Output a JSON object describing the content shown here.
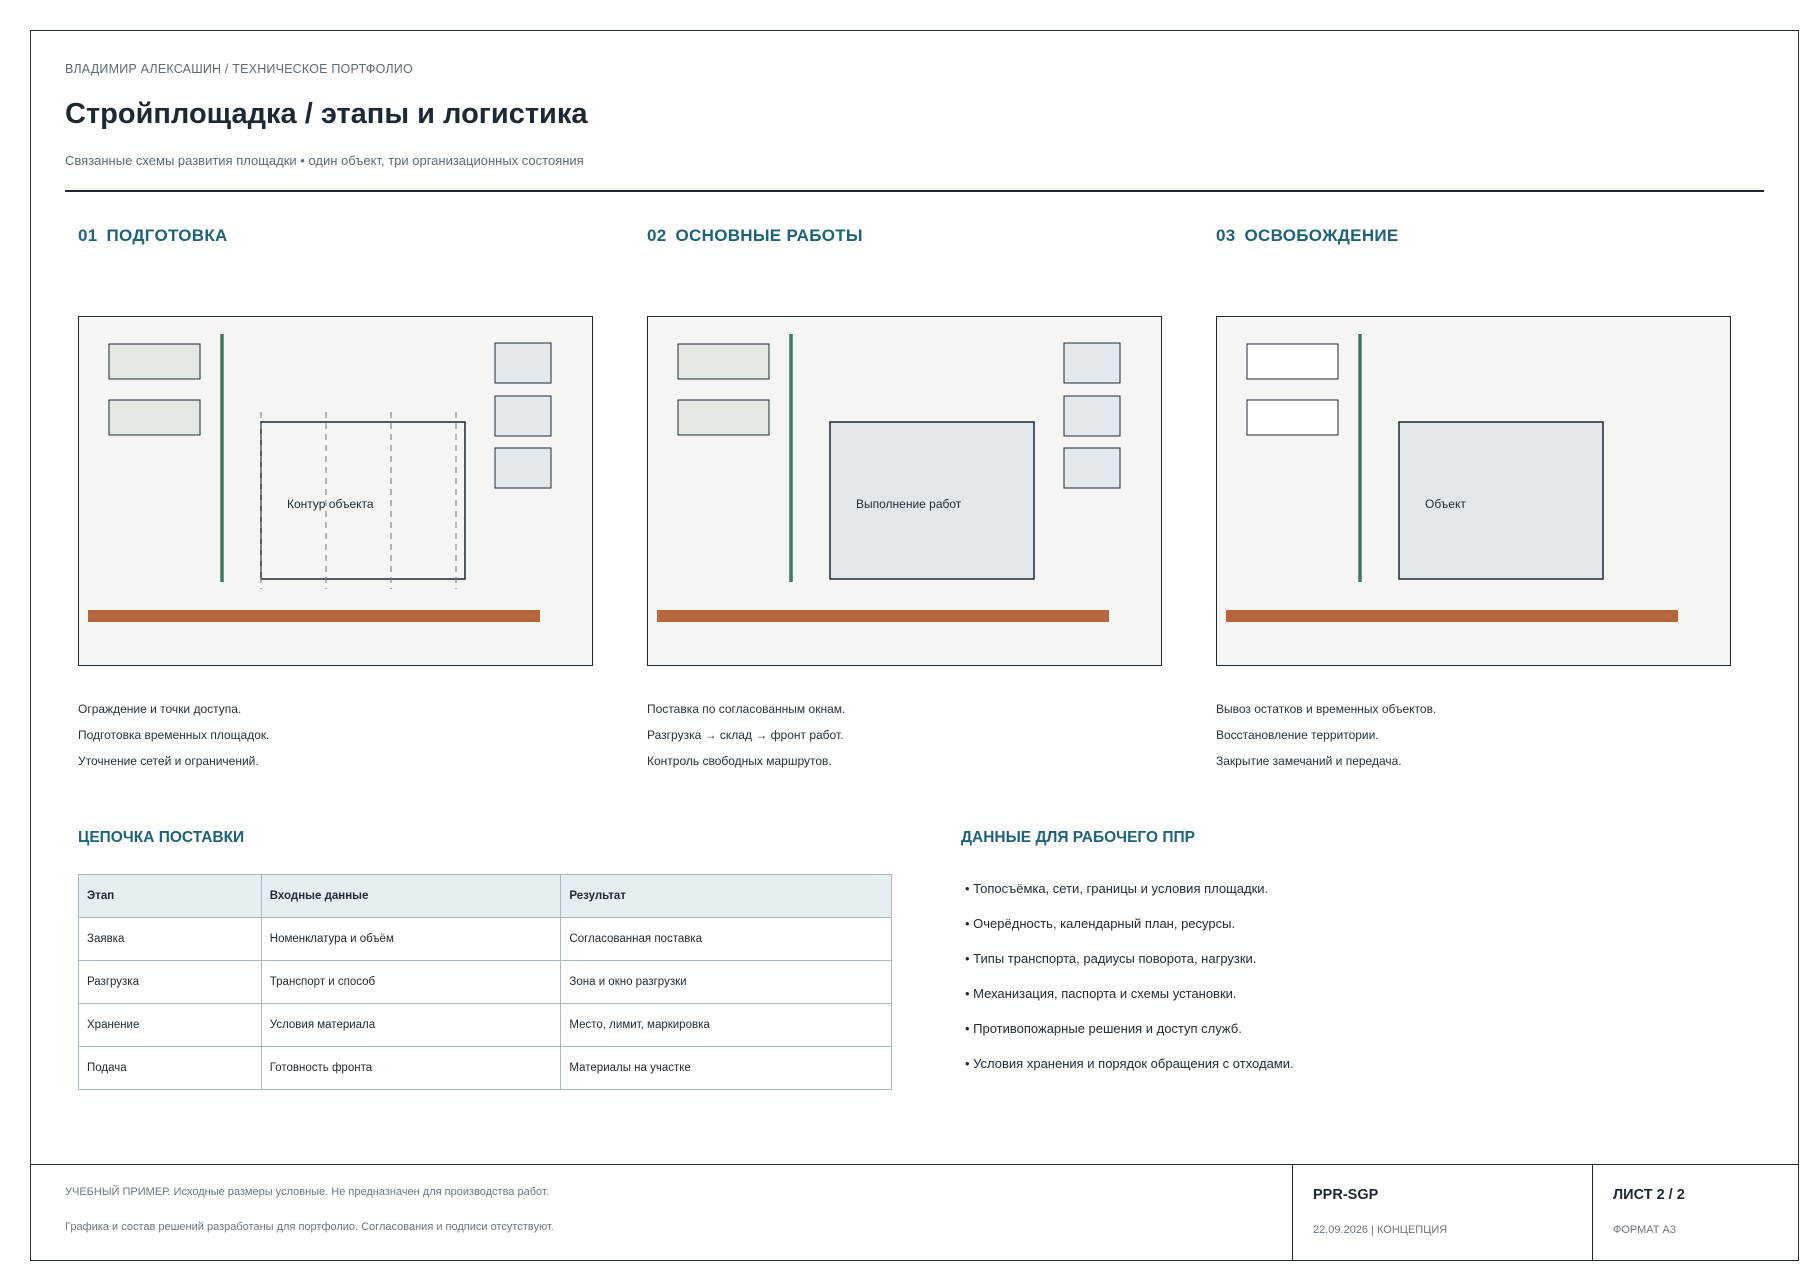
{
  "header": {
    "eyebrow": "ВЛАДИМИР АЛЕКСАШИН  /  ТЕХНИЧЕСКОЕ ПОРТФОЛИО",
    "title": "Стройплощадка / этапы и логистика",
    "subtitle": "Связанные схемы развития площадки • один объект, три организационных состояния"
  },
  "phases": [
    {
      "num": "01",
      "title": "ПОДГОТОВКА",
      "building_label": "Контур объекта",
      "notes": [
        "Ограждение и точки доступа.",
        "Подготовка временных площадок.",
        "Уточнение сетей и ограничений."
      ]
    },
    {
      "num": "02",
      "title": "ОСНОВНЫЕ РАБОТЫ",
      "building_label": "Выполнение работ",
      "notes": [
        "Поставка по согласованным окнам.",
        "Разгрузка → склад → фронт работ.",
        "Контроль свободных маршрутов."
      ]
    },
    {
      "num": "03",
      "title": "ОСВОБОЖДЕНИЕ",
      "building_label": "Объект",
      "notes": [
        "Вывоз остатков и временных объектов.",
        "Восстановление территории.",
        "Закрытие замечаний и передача."
      ]
    }
  ],
  "supply_chain": {
    "title": "ЦЕПОЧКА ПОСТАВКИ",
    "columns": [
      "Этап",
      "Входные данные",
      "Результат"
    ],
    "rows": [
      [
        "Заявка",
        "Номенклатура и объём",
        "Согласованная поставка"
      ],
      [
        "Разгрузка",
        "Транспорт и способ",
        "Зона и окно разгрузки"
      ],
      [
        "Хранение",
        "Условия материала",
        "Место, лимит, маркировка"
      ],
      [
        "Подача",
        "Готовность фронта",
        "Материалы на участке"
      ]
    ]
  },
  "ppr_data": {
    "title": "ДАННЫЕ ДЛЯ РАБОЧЕГО ППР",
    "items": [
      "• Топосъёмка, сети, границы и условия площадки.",
      "• Очерёдность, календарный план, ресурсы.",
      "• Типы транспорта, радиусы поворота, нагрузки.",
      "• Механизация, паспорта и схемы установки.",
      "• Противопожарные решения и доступ служб.",
      "• Условия хранения и порядок обращения с отходами."
    ]
  },
  "footer": {
    "disclaimer_1": "УЧЕБНЫЙ ПРИМЕР. Исходные размеры условные. Не предназначен для производства работ.",
    "disclaimer_2": "Графика и состав решений разработаны для портфолио. Согласования и подписи отсутствуют.",
    "code": "PPR-SGP",
    "date_status": "22.09.2026  |  КОНЦЕПЦИЯ",
    "sheet": "ЛИСТ 2 / 2",
    "format": "ФОРМАТ А3"
  },
  "colors": {
    "accent": "#1e6379",
    "road": "#b5663a",
    "fence": "#3f7a5e",
    "storage_fill": "#e3e9e2",
    "cabin_fill": "#e2e8ec",
    "building_fill": "#e2e7eb",
    "plan_bg": "#f5f5f3"
  }
}
